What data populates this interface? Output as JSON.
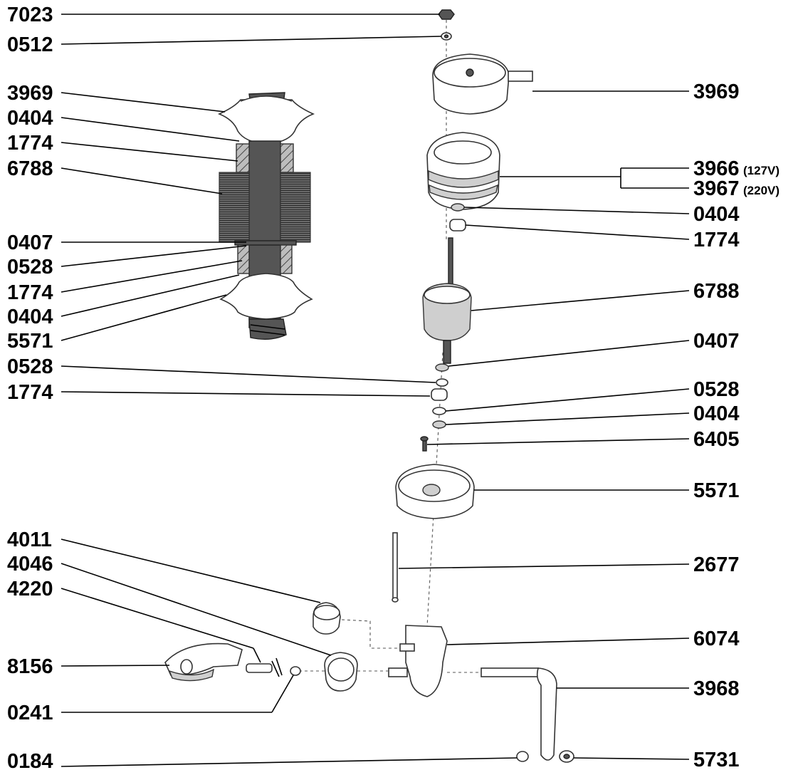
{
  "labels_left": [
    "7023",
    "0512",
    "3969",
    "0404",
    "1774",
    "6788",
    "0407",
    "0528",
    "1774",
    "0404",
    "5571",
    "0528",
    "1774",
    "4011",
    "4046",
    "4220",
    "8156",
    "0241",
    "0184"
  ],
  "labels_right": [
    "3969",
    "3966",
    "3967",
    "0404",
    "1774",
    "6788",
    "0407",
    "0528",
    "0404",
    "6405",
    "5571",
    "2677",
    "6074",
    "3968",
    "5731"
  ],
  "voltage_notes": [
    "(127V)",
    "(220V)"
  ]
}
